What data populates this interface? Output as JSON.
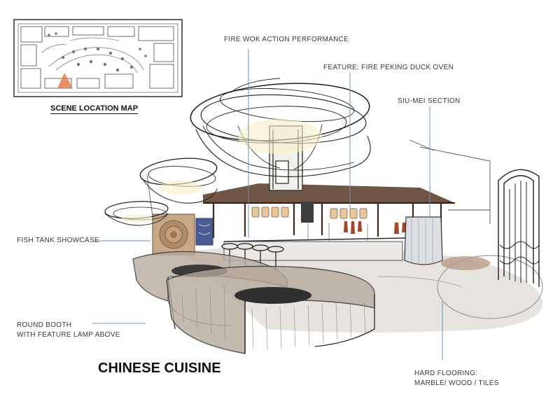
{
  "title": "CHINESE CUISINE",
  "location_map": {
    "title": "SCENE LOCATION MAP"
  },
  "callouts": {
    "fire_wok": "FIRE WOK ACTION PERFORMANCE",
    "peking_duck": "FEATURE: FIRE PEKING DUCK OVEN",
    "siu_mei": "SIU-MEI SECTION",
    "fish_tank": "FISH TANK SHOWCASE",
    "round_booth_line1": "ROUND BOOTH",
    "round_booth_line2": "WITH FEATURE LAMP ABOVE",
    "flooring_line1": "HARD FLOORING:",
    "flooring_line2": "MARBLE/ WOOD / TILES"
  },
  "colors": {
    "leader_line": "#6f93b5",
    "ink": "#1f1f1f",
    "wood": "#7a5a3d",
    "floor": "#d8d4cf",
    "booth": "#b7ab9d",
    "blue_tile": "#4a5c93",
    "map_marker": "#e57a4a"
  }
}
